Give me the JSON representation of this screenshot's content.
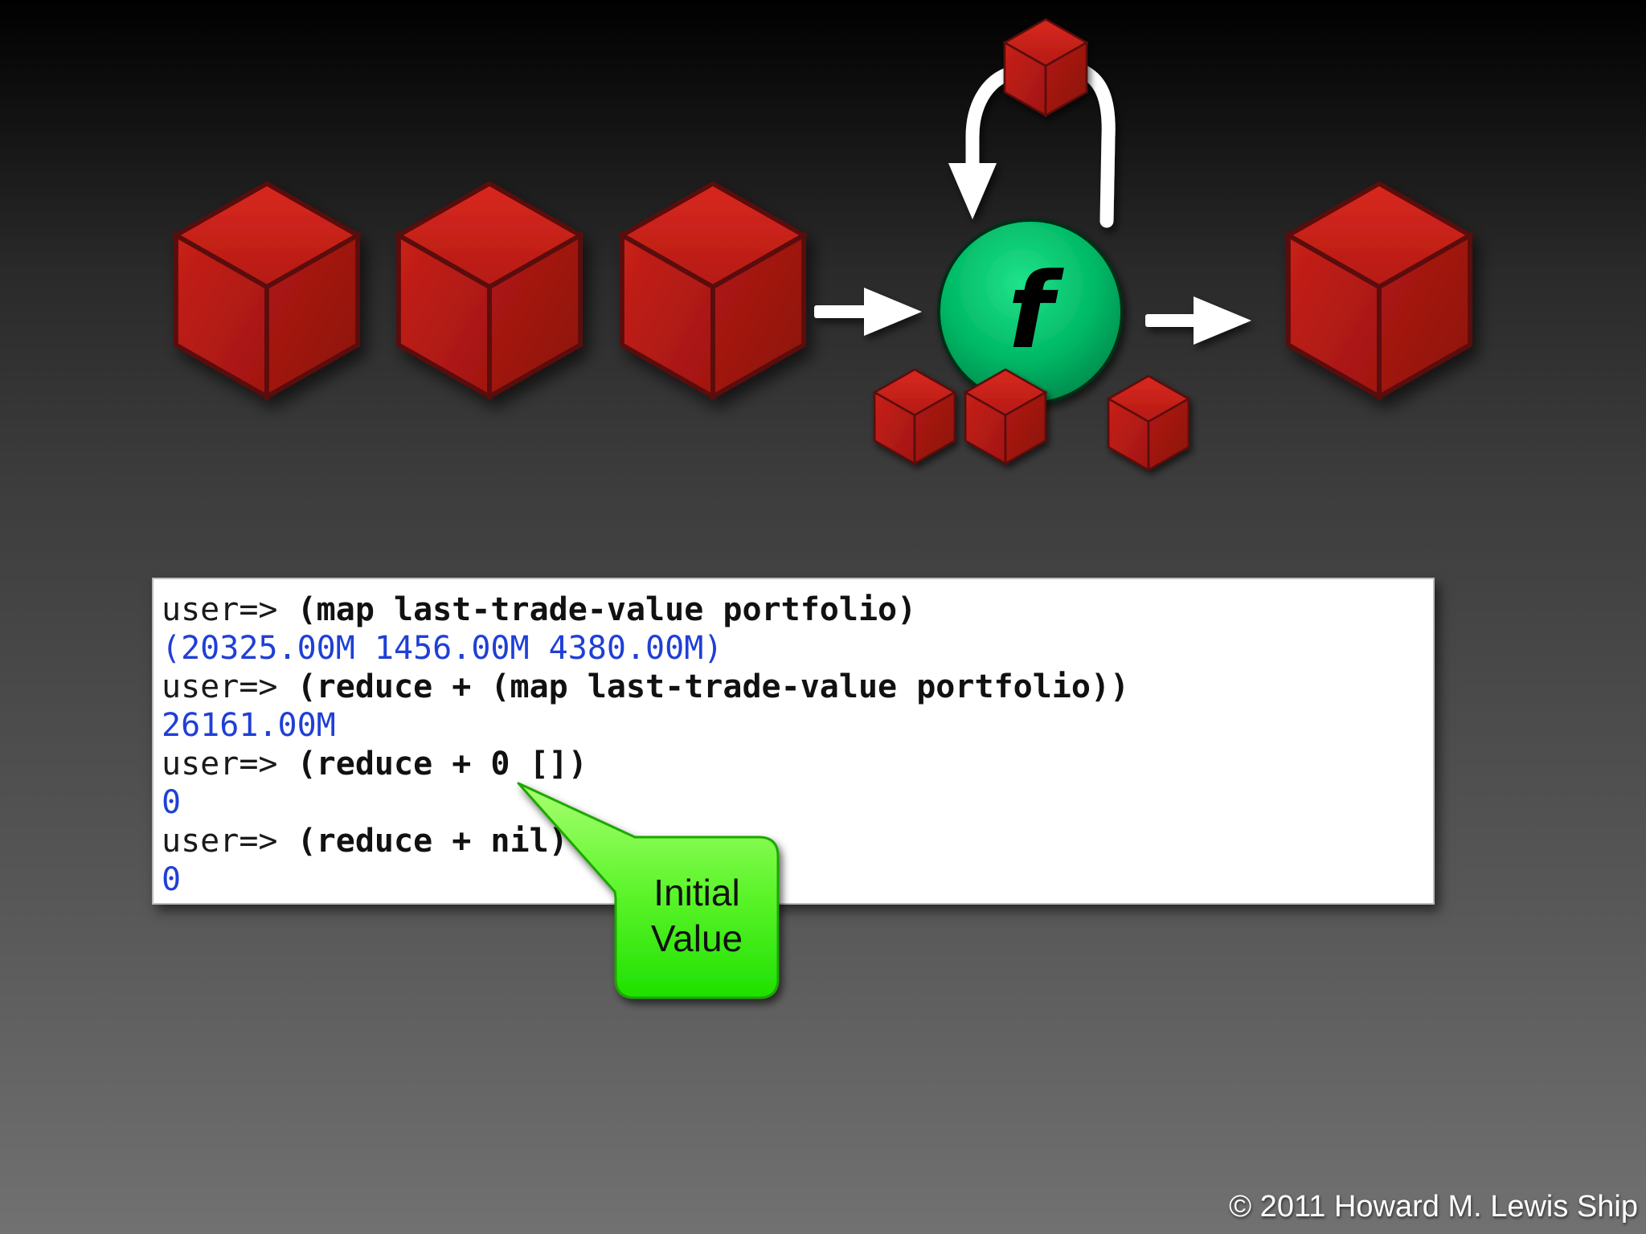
{
  "diagram": {
    "function_symbol": "f"
  },
  "code": {
    "lines": [
      {
        "prompt": "user=> ",
        "expr": "(map last-trade-value portfolio)"
      },
      {
        "result": "(20325.00M 1456.00M 4380.00M)"
      },
      {
        "prompt": "user=> ",
        "expr": "(reduce + (map last-trade-value portfolio))"
      },
      {
        "result": "26161.00M"
      },
      {
        "prompt": "user=> ",
        "expr": "(reduce + 0 [])"
      },
      {
        "result": "0"
      },
      {
        "prompt": "user=> ",
        "expr": "(reduce + nil)"
      },
      {
        "result": "0"
      }
    ]
  },
  "callout": {
    "text": "Initial\nValue"
  },
  "footer": {
    "copyright": "© 2011 Howard M. Lewis Ship"
  },
  "colors": {
    "cube_red": "#c0201a",
    "function_green": "#00c060",
    "callout_green": "#5cff2a",
    "result_blue": "#1f3fd6"
  }
}
